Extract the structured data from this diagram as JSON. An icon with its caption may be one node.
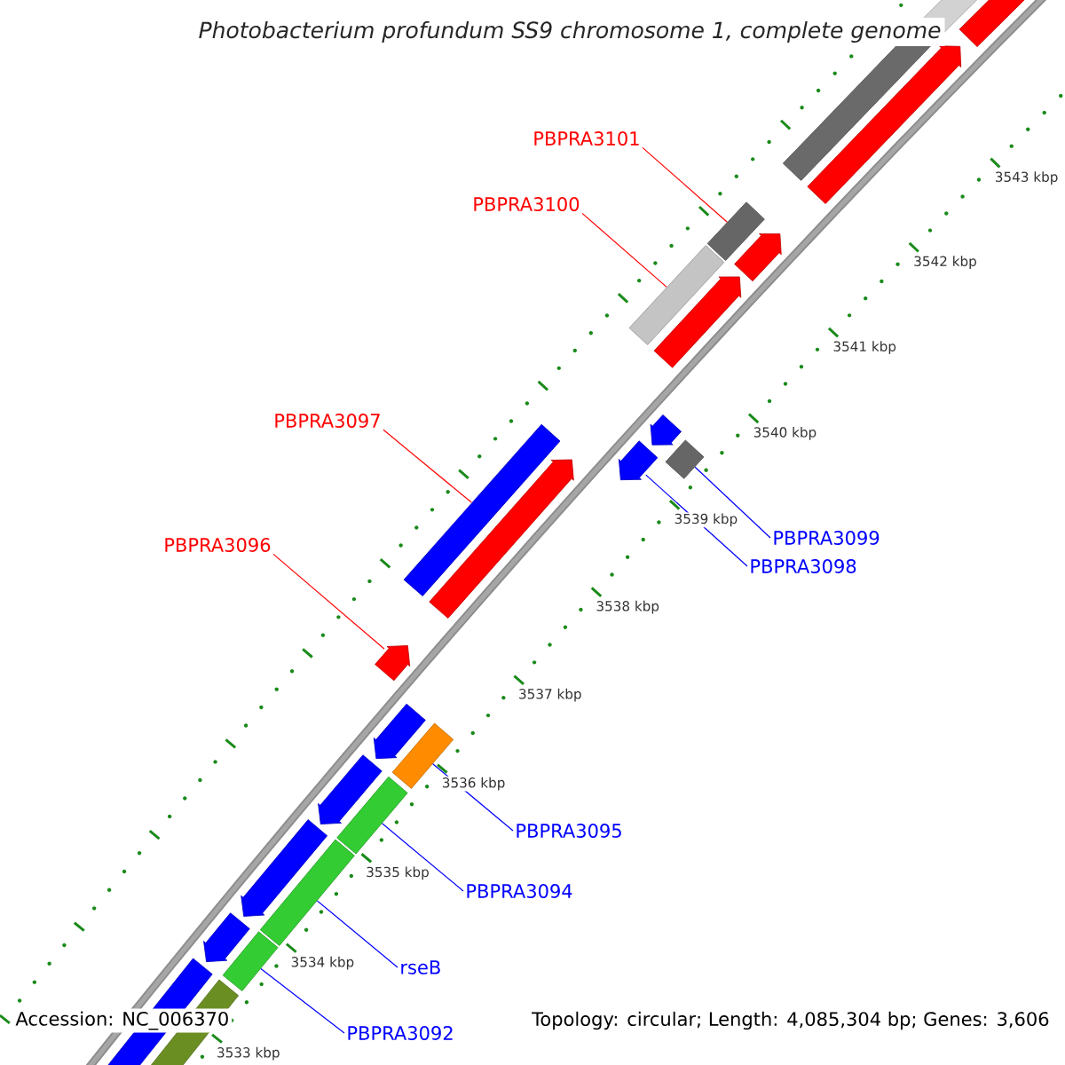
{
  "diagram": {
    "title": "Photobacterium profundum SS9 chromosome 1, complete genome",
    "nodes": [
      {
        "text": [
          "PBPRA3101"
        ]
      },
      {
        "text": [],
        "shape": "bar"
      },
      {
        "text": [
          "PBPRA3100"
        ]
      },
      {
        "text": [],
        "shape": "bar"
      },
      {
        "text": [
          "PBPRA3097"
        ]
      },
      {
        "text": [],
        "shape": "bar"
      },
      {
        "text": [
          "PBPRA3096"
        ]
      },
      {
        "text": [],
        "shape": "bar"
      },
      {
        "text": [
          "PBPRA3099"
        ]
      },
      {
        "text": [],
        "shape": "bar"
      },
      {
        "text": [
          "PBPRA3098"
        ]
      },
      {
        "text": [],
        "shape": "bar"
      },
      {
        "text": [
          "PBPRA3095"
        ]
      },
      {
        "text": [],
        "shape": "bar"
      },
      {
        "text": [
          "PBPRA3094"
        ]
      },
      {
        "text": [],
        "shape": "bar"
      },
      {
        "text": [
          "rseB"
        ]
      },
      {
        "text": [],
        "shape": "bar"
      },
      {
        "text": [
          "PBPRA3092"
        ]
      },
      {
        "text": [],
        "shape": "bar"
      }
    ],
    "edges": [
      {
        "from": 0,
        "to": 1,
        "arrow": "none",
        "color": "#ff0000"
      },
      {
        "from": 2,
        "to": 3,
        "arrow": "none",
        "color": "#ff0000"
      },
      {
        "from": 4,
        "to": 5,
        "arrow": "none",
        "color": "#ff0000"
      },
      {
        "from": 6,
        "to": 7,
        "arrow": "none",
        "color": "#ff0000"
      },
      {
        "from": 8,
        "to": 9,
        "arrow": "none"
      },
      {
        "from": 10,
        "to": 11,
        "arrow": "none"
      },
      {
        "from": 12,
        "to": 13,
        "arrow": "none"
      },
      {
        "from": 14,
        "to": 15,
        "arrow": "none"
      },
      {
        "from": 16,
        "to": 17,
        "arrow": "none"
      },
      {
        "from": 18,
        "to": 19,
        "arrow": "none"
      }
    ],
    "labels": [
      "3543 kbp",
      "3542 kbp",
      "3541 kbp",
      "3540 kbp",
      "3539 kbp",
      "3538 kbp",
      "3537 kbp",
      "3536 kbp",
      "3535 kbp",
      "3534 kbp",
      "3533 kbp",
      "Accession: NC_006370",
      "Topology: circular; Length: 4,085,304 bp; Genes: 3,606"
    ]
  }
}
